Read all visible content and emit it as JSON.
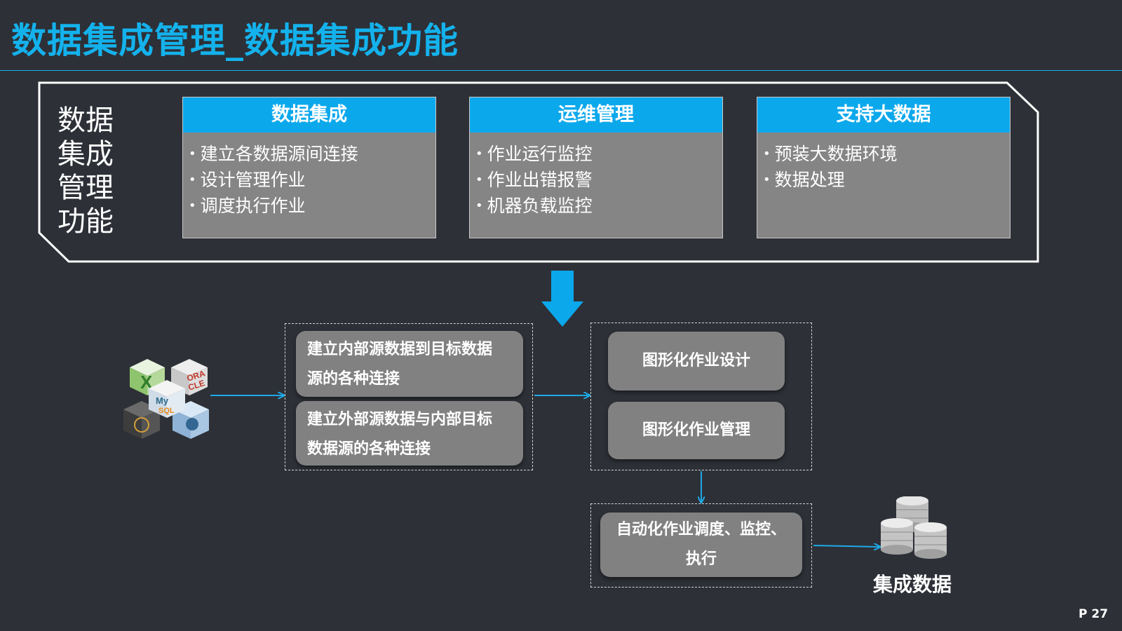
{
  "title": "数据集成管理_数据集成功能",
  "side_label_lines": [
    "数据",
    "集成",
    "管理",
    "功能"
  ],
  "cards": [
    {
      "header": "数据集成",
      "items": [
        "建立各数据源间连接",
        "设计管理作业",
        "调度执行作业"
      ]
    },
    {
      "header": "运维管理",
      "items": [
        "作业运行监控",
        "作业出错报警",
        "机器负载监控"
      ]
    },
    {
      "header": "支持大数据",
      "items": [
        "预装大数据环境",
        "数据处理"
      ]
    }
  ],
  "connection_steps": [
    {
      "lines": [
        "建立内部源数据到目标数据",
        "源的各种连接"
      ]
    },
    {
      "lines": [
        "建立外部源数据与内部目标",
        "数据源的各种连接"
      ]
    }
  ],
  "job_steps": [
    "图形化作业设计",
    "图形化作业管理"
  ],
  "schedule_step": [
    "自动化作业调度、监控、",
    "执行"
  ],
  "source_icons": {
    "excel": "X",
    "oracle": [
      "ORA",
      "CLE"
    ],
    "mysql": [
      "My",
      "SQL"
    ]
  },
  "result_label": "集成数据",
  "page_number": "P 27",
  "colors": {
    "background": "#2d3037",
    "accent": "#14b2ec",
    "card_header": "#0ca8ec",
    "card_body": "#858585",
    "pill": "#818181"
  }
}
